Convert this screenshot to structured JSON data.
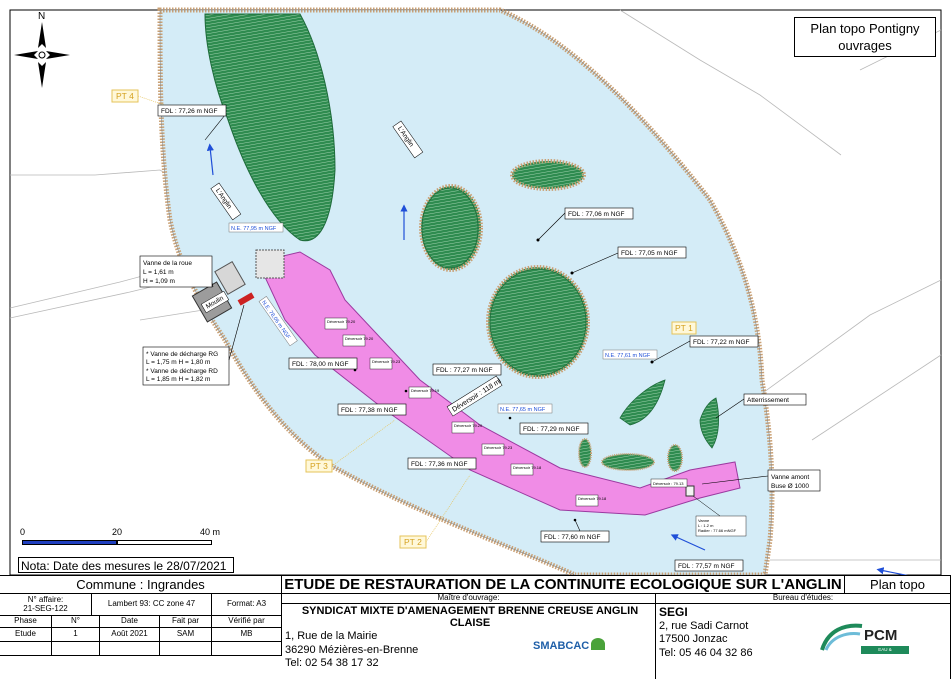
{
  "map": {
    "title_line1": "Plan topo Pontigny",
    "title_line2": "ouvrages",
    "north": "N",
    "river_labels": [
      "L'Anglin",
      "L'Anglin"
    ],
    "mill": "Moulin",
    "weir_label": "Déversoir : 118 ml",
    "points": [
      "PT 1",
      "PT 2",
      "PT 3",
      "PT 4"
    ],
    "fdl": [
      "FDL : 77,26 m NGF",
      "FDL : 77,06 m NGF",
      "FDL : 77,05 m NGF",
      "FDL : 77,22 m NGF",
      "FDL : 78,00 m NGF",
      "FDL : 77,27 m NGF",
      "FDL : 77,38 m NGF",
      "FDL : 77,29 m NGF",
      "FDL : 77,36 m NGF",
      "FDL : 77,60 m NGF",
      "FDL : 77,57 m NGF"
    ],
    "ne": [
      "N.E. 77,95 m NGF",
      "N.E. 78,06 m NGF",
      "N.E. 77,65 m NGF",
      "N.E. 77,61 m NGF"
    ],
    "deversoir": [
      "Déversoir 79.20",
      "Déversoir 79.20",
      "Déversoir 79.23",
      "Déversoir 79.19",
      "Déversoir 79.20",
      "Déversoir 79.23",
      "Déversoir 79.18",
      "Déversoir 79.18",
      "Déversoir : 79.13"
    ],
    "vanne_roue": [
      "Vanne de la roue",
      "L = 1,61 m",
      "H = 1,09 m"
    ],
    "vanne_decharge": [
      "* Vanne de décharge RG",
      "L = 1,75 m H = 1,80 m",
      "* Vanne de décharge RD",
      "L = 1,85 m H = 1,82 m"
    ],
    "atterrissement": "Atterrissement",
    "vanne_amont": [
      "Vanne amont",
      "Buse Ø 1000"
    ],
    "vanne_small": [
      "Vanne",
      "L : 1.2 m",
      "Radier : 77.66 mNGF"
    ],
    "scale": [
      "0",
      "20",
      "40 m"
    ],
    "nota": "Nota: Date des mesures le 28/07/2021"
  },
  "cartouche": {
    "commune": "Commune : Ingrandes",
    "project_title": "ETUDE DE RESTAURATION DE LA CONTINUITE ECOLOGIQUE SUR L'ANGLIN",
    "plan": "Plan topo",
    "affaire_label": "N° affaire:",
    "affaire": "21-SEG-122",
    "lambert": "Lambert 93: CC zone 47",
    "format": "Format: A3",
    "headers": [
      "Phase",
      "N°",
      "Date",
      "Fait par",
      "Vérifié par"
    ],
    "row": [
      "Etude",
      "1",
      "Août 2021",
      "SAM",
      "MB"
    ],
    "maitre_label": "Maître d'ouvrage:",
    "maitre_name": "SYNDICAT MIXTE D'AMENAGEMENT BRENNE CREUSE ANGLIN CLAISE",
    "maitre_addr": [
      "1, Rue de la Mairie",
      "36290 Mézières-en-Brenne",
      "Tel: 02 54 38 17 32"
    ],
    "bureau_label": "Bureau d'études:",
    "bureau_name": "SEGI",
    "bureau_addr": [
      "2, rue Sadi Carnot",
      "17500 Jonzac",
      "Tel: 05 46 04 32 86"
    ],
    "logo1": "SMABCAC",
    "logo2": "PCM",
    "logo2_sub": "EAU & ENVIRONNEMENT"
  }
}
